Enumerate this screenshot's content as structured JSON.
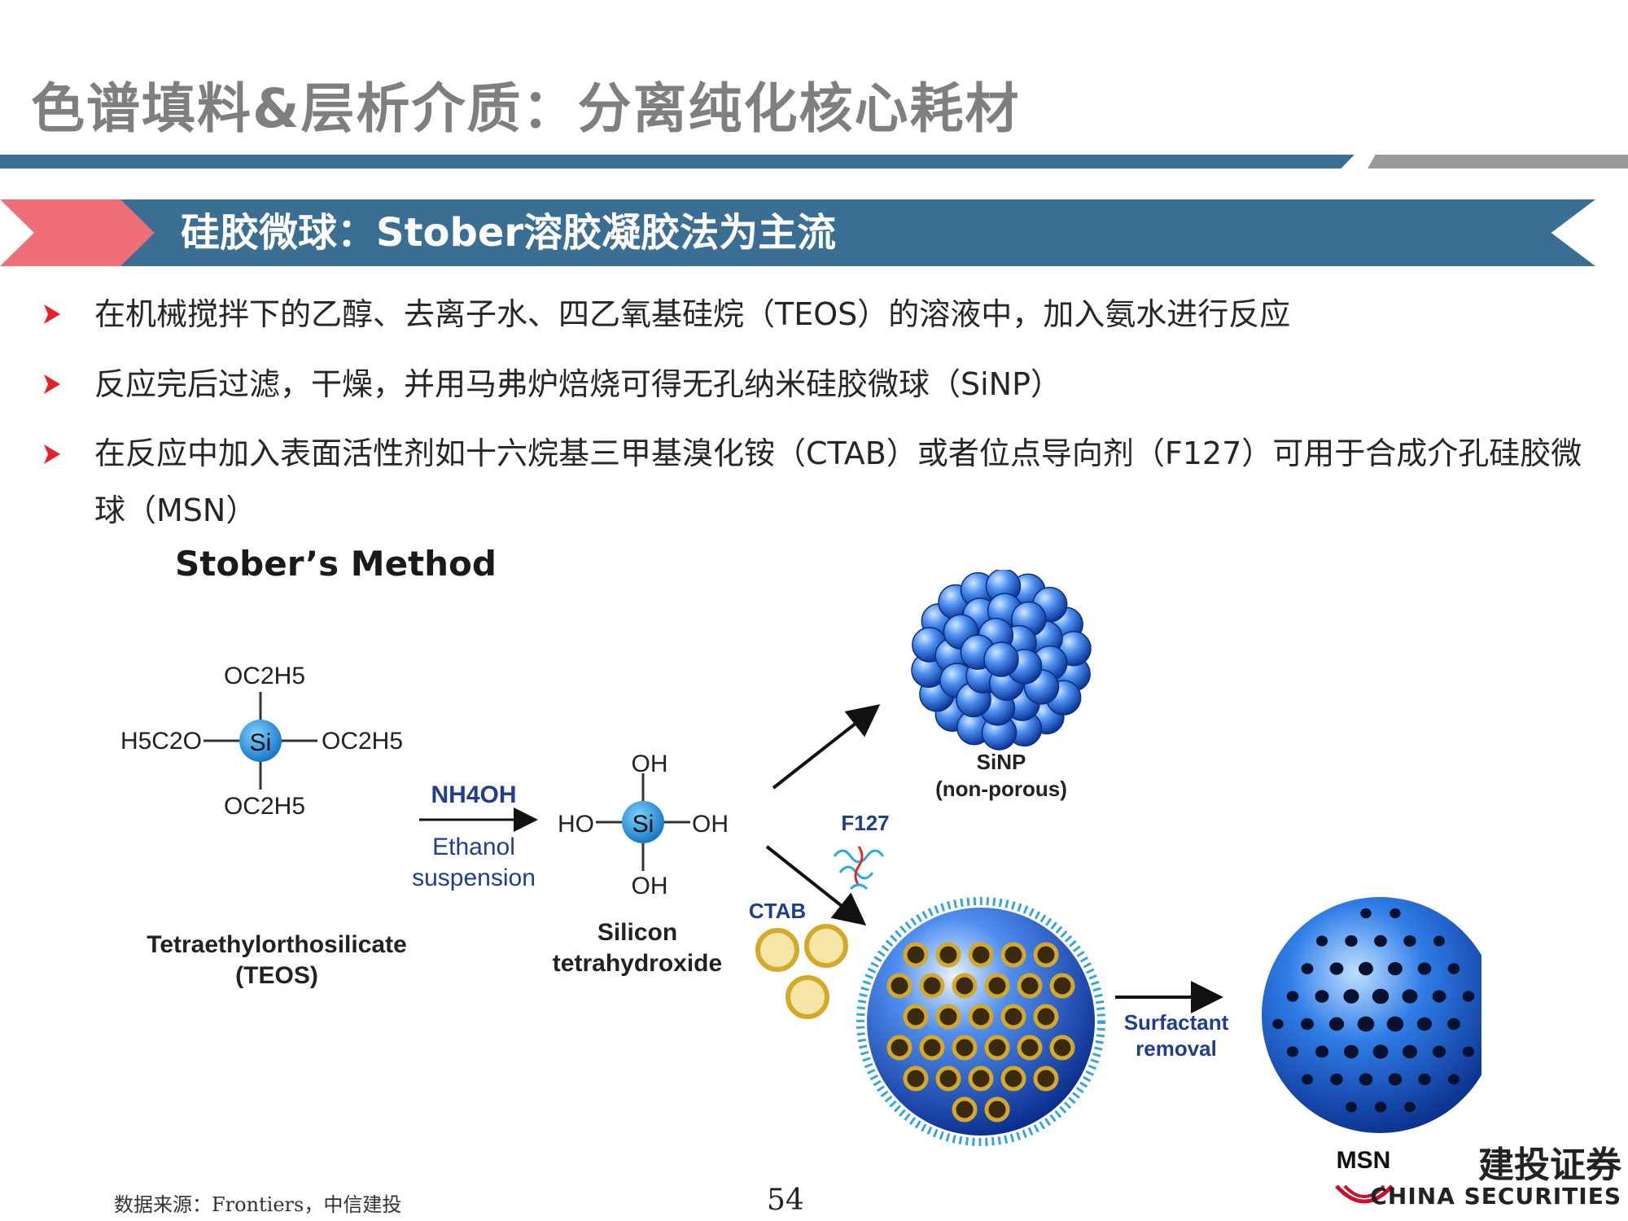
{
  "page": {
    "title": "色谱填料&层析介质：分离纯化核心耗材",
    "section_title": "硅胶微球：Stober溶胶凝胶法为主流",
    "page_number": "54",
    "source": "数据来源：Frontiers，中信建投"
  },
  "bullets": [
    "在机械搅拌下的乙醇、去离子水、四乙氧基硅烷（TEOS）的溶液中，加入氨水进行反应",
    "反应完后过滤，干燥，并用马弗炉焙烧可得无孔纳米硅胶微球（SiNP）",
    "在反应中加入表面活性剂如十六烷基三甲基溴化铵（CTAB）或者位点导向剂（F127）可用于合成介孔硅胶微球（MSN）"
  ],
  "figure": {
    "title": "Stober’s Method",
    "teos_top": "OC2H5",
    "teos_left": "H5C2O",
    "teos_right": "OC2H5",
    "teos_bottom": "OC2H5",
    "si": "Si",
    "teos_name_1": "Tetraethylorthosilicate",
    "teos_name_2": "(TEOS)",
    "reagent": "NH4OH",
    "solvent_1": "Ethanol",
    "solvent_2": "suspension",
    "oh_top": "OH",
    "oh_left": "HO",
    "oh_right": "OH",
    "oh_bottom": "OH",
    "sih_name_1": "Silicon",
    "sih_name_2": "tetrahydroxide",
    "sinp_label": "SiNP",
    "sinp_sub": "(non-porous)",
    "f127": "F127",
    "ctab": "CTAB",
    "removal_1": "Surfactant",
    "removal_2": "removal",
    "msn_label": "MSN"
  },
  "logo": {
    "cn": "建投证券",
    "en": "CHINA SECURITIES"
  },
  "colors": {
    "title_gray": "#7f7f7f",
    "banner_blue": "#3b6e93",
    "banner_red": "#f06e78",
    "bullet_red": "#e8202a",
    "chem_blue": "#1f3f8c",
    "sphere_blue": "#1f5fd6"
  }
}
